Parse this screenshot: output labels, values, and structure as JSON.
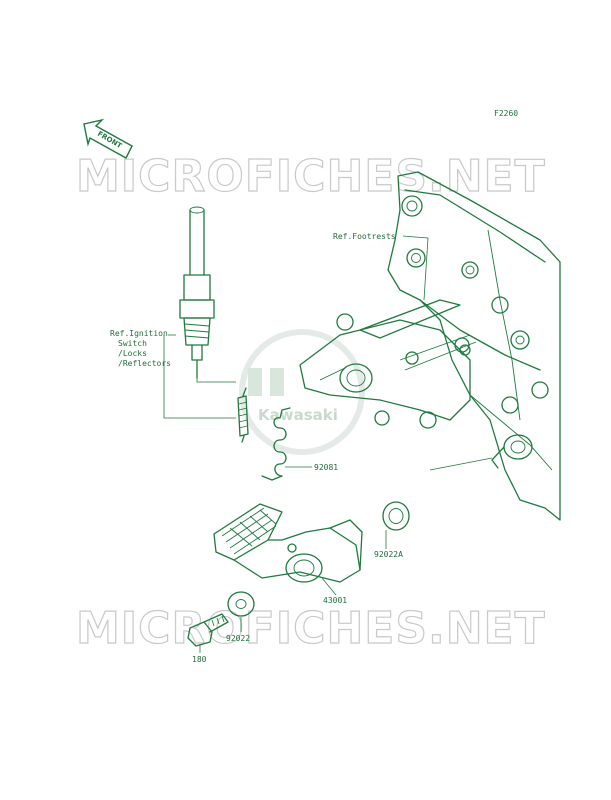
{
  "figure_code": "F2260",
  "front_label": "FRONT",
  "watermark_text": "MICROFICHES.NET",
  "center_logo_text": "Kawasaki",
  "labels": {
    "ref_footrests": "Ref.Footrests",
    "ref_ignition_line1": "Ref.Ignition",
    "ref_ignition_line2": "Switch",
    "ref_ignition_line3": "/Locks",
    "ref_ignition_line4": "/Reflectors",
    "spring": "92081",
    "washer_large": "92022A",
    "brake_pedal": "43001",
    "washer_small": "92022",
    "bolt": "180"
  },
  "colors": {
    "line": "#1f7a3e",
    "text": "#1f6e3a",
    "watermark": "#c9c9c9"
  }
}
